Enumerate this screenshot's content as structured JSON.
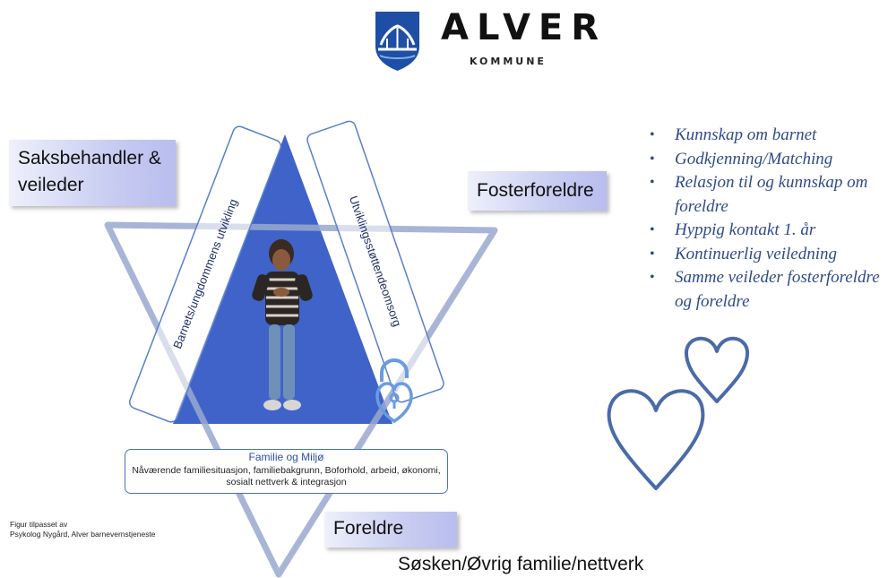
{
  "logo": {
    "name": "ALVER",
    "subtitle": "KOMMUNE",
    "icon": "alver-coat-of-arms-icon"
  },
  "roles": {
    "caseworker": "Saksbehandler & veileder",
    "foster_parents": "Fosterforeldre",
    "parents": "Foreldre"
  },
  "bands": {
    "left": "Barnets/ungdommens utvikling",
    "right": "Utviklingsstøttendeomsorg"
  },
  "family_box": {
    "title": "Familie og Miljø",
    "description_line1": "Nåværende familiesituasjon, familiebakgrunn, Boforhold, arbeid, økonomi,",
    "description_line2": "sosialt nettverk & integrasjon"
  },
  "bullets": [
    "Kunnskap om barnet",
    "Godkjenning/Matching",
    "Relasjon til og kunnskap om foreldre",
    "Hyppig kontakt 1. år",
    "Kontinuerlig veiledning",
    "Samme veileder fosterforeldre og foreldre"
  ],
  "credit": {
    "line1": "Figur tilpasset av",
    "line2": "Psykolog Nygård, Alver barnevernstjeneste"
  },
  "bottom_text": "Søsken/Øvrig familie/nettverk",
  "icons": {
    "lock": "heart-padlock-icon",
    "hearts": "hearts-icon",
    "child": "child-photo"
  },
  "colors": {
    "triangle_fill": "#3f63c8",
    "triangle_outline": "#9aa8cf",
    "bullet_text": "#2e4a8a",
    "heart_stroke": "#4b6aa8"
  }
}
